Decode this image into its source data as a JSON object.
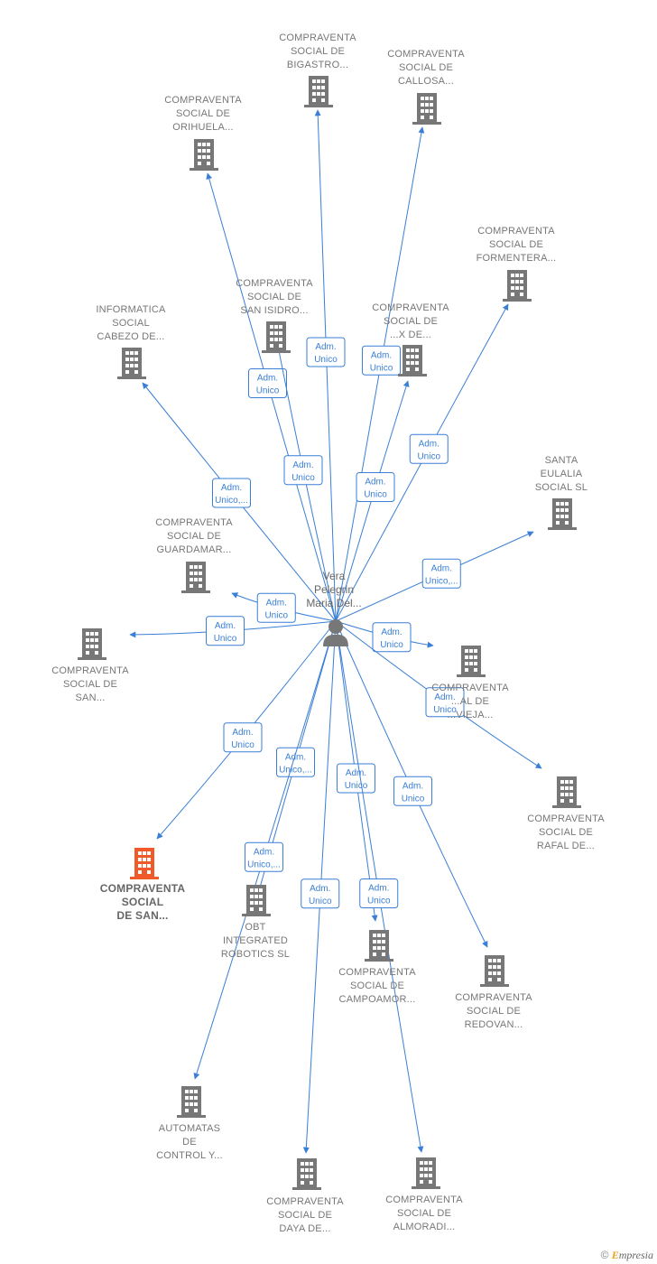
{
  "colors": {
    "edge": "#3a7fd5",
    "building": "#777777",
    "building_highlight": "#f05a28",
    "person": "#777777"
  },
  "center": {
    "icon": "person-icon",
    "lines": [
      "Vera",
      "Pelegrin",
      "Maria Del..."
    ]
  },
  "nodes": [
    {
      "id": "bigastro",
      "lines": [
        "COMPRAVENTA",
        "SOCIAL DE",
        "BIGASTRO..."
      ],
      "icon": "building-icon"
    },
    {
      "id": "callosa",
      "lines": [
        "COMPRAVENTA",
        "SOCIAL DE",
        "CALLOSA..."
      ],
      "icon": "building-icon"
    },
    {
      "id": "orihuela",
      "lines": [
        "COMPRAVENTA",
        "SOCIAL DE",
        "ORIHUELA..."
      ],
      "icon": "building-icon"
    },
    {
      "id": "formentera",
      "lines": [
        "COMPRAVENTA",
        "SOCIAL DE",
        "FORMENTERA..."
      ],
      "icon": "building-icon"
    },
    {
      "id": "sanisidro",
      "lines": [
        "COMPRAVENTA",
        "SOCIAL DE",
        "SAN ISIDRO..."
      ],
      "icon": "building-icon"
    },
    {
      "id": "xde",
      "lines": [
        "COMPRAVENTA",
        "SOCIAL DE",
        "...X DE..."
      ],
      "icon": "building-icon"
    },
    {
      "id": "informatica",
      "lines": [
        "INFORMATICA",
        "SOCIAL",
        "CABEZO DE..."
      ],
      "icon": "building-icon"
    },
    {
      "id": "santaeulalia",
      "lines": [
        "SANTA",
        "EULALIA",
        "SOCIAL  SL"
      ],
      "icon": "building-icon"
    },
    {
      "id": "guardamar",
      "lines": [
        "COMPRAVENTA",
        "SOCIAL DE",
        "GUARDAMAR..."
      ],
      "icon": "building-icon"
    },
    {
      "id": "sanleft",
      "lines": [
        "COMPRAVENTA",
        "SOCIAL DE",
        "SAN..."
      ],
      "icon": "building-icon"
    },
    {
      "id": "vieja",
      "lines": [
        "COMPRAVENTA",
        "...AL DE",
        "...VIEJA..."
      ],
      "icon": "building-icon"
    },
    {
      "id": "rafal",
      "lines": [
        "COMPRAVENTA",
        "SOCIAL DE",
        "RAFAL DE..."
      ],
      "icon": "building-icon"
    },
    {
      "id": "sanhl",
      "lines": [
        "COMPRAVENTA",
        "SOCIAL",
        "DE SAN..."
      ],
      "icon": "building-icon",
      "highlight": true
    },
    {
      "id": "obt",
      "lines": [
        "OBT",
        "INTEGRATED",
        "ROBOTICS  SL"
      ],
      "icon": "building-icon"
    },
    {
      "id": "campoamor",
      "lines": [
        "COMPRAVENTA",
        "SOCIAL DE",
        "CAMPOAMOR..."
      ],
      "icon": "building-icon"
    },
    {
      "id": "redovan",
      "lines": [
        "COMPRAVENTA",
        "SOCIAL DE",
        "REDOVAN..."
      ],
      "icon": "building-icon"
    },
    {
      "id": "automatas",
      "lines": [
        "AUTOMATAS",
        "DE",
        "CONTROL Y..."
      ],
      "icon": "building-icon"
    },
    {
      "id": "daya",
      "lines": [
        "COMPRAVENTA",
        "SOCIAL DE",
        "DAYA DE..."
      ],
      "icon": "building-icon"
    },
    {
      "id": "almoradi",
      "lines": [
        "COMPRAVENTA",
        "SOCIAL DE",
        "ALMORADI..."
      ],
      "icon": "building-icon"
    }
  ],
  "edges": [
    {
      "to": "bigastro",
      "label": [
        "Adm.",
        "Unico"
      ]
    },
    {
      "to": "callosa",
      "label": [
        "Adm.",
        "Unico"
      ]
    },
    {
      "to": "orihuela",
      "label": [
        "Adm.",
        "Unico"
      ]
    },
    {
      "to": "formentera",
      "label": [
        "Adm.",
        "Unico"
      ]
    },
    {
      "to": "sanisidro",
      "label": [
        "Adm.",
        "Unico"
      ]
    },
    {
      "to": "xde",
      "label": [
        "Adm.",
        "Unico"
      ]
    },
    {
      "to": "informatica",
      "label": [
        "Adm.",
        "Unico,..."
      ]
    },
    {
      "to": "santaeulalia",
      "label": [
        "Adm.",
        "Unico,..."
      ]
    },
    {
      "to": "guardamar",
      "label": [
        "Adm.",
        "Unico"
      ]
    },
    {
      "to": "sanleft",
      "label": [
        "Adm.",
        "Unico"
      ]
    },
    {
      "to": "vieja",
      "label": [
        "Adm.",
        "Unico"
      ]
    },
    {
      "to": "rafal",
      "label": [
        "Adm.",
        "Unico"
      ]
    },
    {
      "to": "sanhl",
      "label": [
        "Adm.",
        "Unico"
      ]
    },
    {
      "to": "obt",
      "label": [
        "Adm.",
        "Unico,..."
      ]
    },
    {
      "to": "campoamor",
      "label": [
        "Adm.",
        "Unico"
      ]
    },
    {
      "to": "redovan",
      "label": [
        "Adm.",
        "Unico"
      ]
    },
    {
      "to": "automatas",
      "label": [
        "Adm.",
        "Unico,..."
      ]
    },
    {
      "to": "daya",
      "label": [
        "Adm.",
        "Unico"
      ]
    },
    {
      "to": "almoradi",
      "label": [
        "Adm.",
        "Unico"
      ]
    }
  ],
  "footer": {
    "copyright": "©",
    "brand_initial": "E",
    "brand_rest": "mpresia"
  }
}
